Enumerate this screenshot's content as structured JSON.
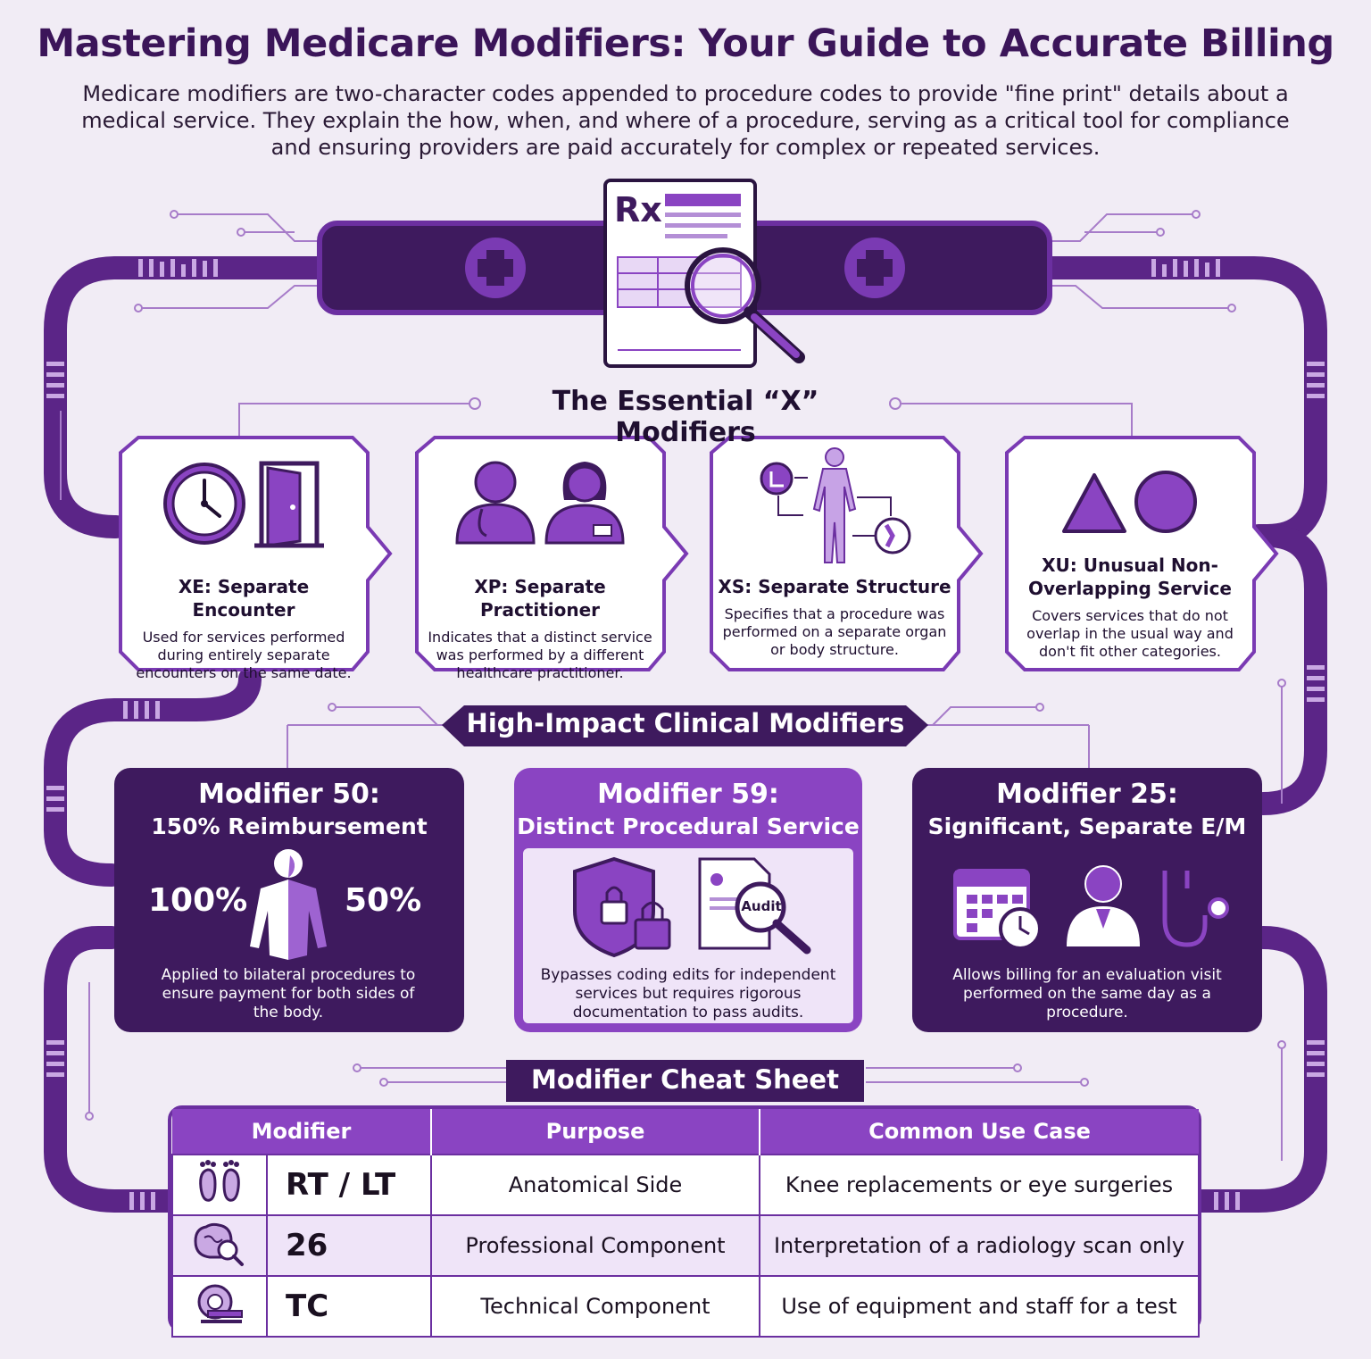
{
  "header": {
    "title": "Mastering Medicare Modifiers: Your Guide to Accurate Billing",
    "intro": "Medicare modifiers are two-character codes appended to procedure codes to provide \"fine print\" details about a medical service. They explain the how, when, and where of a procedure, serving as a critical tool for compliance and ensuring providers are paid accurately for complex or repeated services."
  },
  "prescription": {
    "rx_label": "Rx"
  },
  "x_modifiers": {
    "title": "The Essential “X” Modifiers",
    "cards": [
      {
        "title": "XE: Separate Encounter",
        "desc": "Used for services performed during entirely separate encounters on the same date.",
        "icons": [
          "clock-icon",
          "door-icon"
        ]
      },
      {
        "title": "XP: Separate Practitioner",
        "desc": "Indicates that a distinct service was performed by a different healthcare practitioner.",
        "icons": [
          "male-doctor-icon",
          "female-doctor-icon"
        ]
      },
      {
        "title": "XS: Separate Structure",
        "desc": "Specifies that a procedure was performed on a separate organ or body structure.",
        "icons": [
          "body-structure-icon"
        ]
      },
      {
        "title": "XU: Unusual Non-Overlapping Service",
        "desc": "Covers services that do not overlap in the usual way and don't fit other categories.",
        "icons": [
          "triangle-icon",
          "circle-icon"
        ]
      }
    ]
  },
  "clinical": {
    "title": "High-Impact Clinical Modifiers",
    "cards": [
      {
        "title": "Modifier 50:",
        "subtitle": "150% Reimbursement",
        "left_pct": "100%",
        "right_pct": "50%",
        "desc": "Applied to bilateral procedures to ensure payment for both sides of the body."
      },
      {
        "title": "Modifier 59:",
        "subtitle": "Distinct Procedural Service",
        "audit_label": "Audit",
        "desc": "Bypasses coding edits for independent services but requires rigorous documentation to pass audits."
      },
      {
        "title": "Modifier 25:",
        "subtitle": "Significant, Separate E/M",
        "desc": "Allows billing for an evaluation visit performed on the same day as a procedure."
      }
    ]
  },
  "cheat_sheet": {
    "title": "Modifier Cheat Sheet",
    "headers": [
      "Modifier",
      "Purpose",
      "Common Use Case"
    ],
    "rows": [
      {
        "icon": "feet-icon",
        "code": "RT / LT",
        "purpose": "Anatomical Side",
        "use_case": "Knee replacements or eye surgeries"
      },
      {
        "icon": "brain-scan-icon",
        "code": "26",
        "purpose": "Professional Component",
        "use_case": "Interpretation of a radiology scan only"
      },
      {
        "icon": "mri-machine-icon",
        "code": "TC",
        "purpose": "Technical Component",
        "use_case": "Use of equipment and staff for a test"
      }
    ]
  },
  "colors": {
    "background": "#f1ecf5",
    "dark_purple": "#3e1a5e",
    "medium_purple": "#8a44c2",
    "light_purple": "#efe4f8",
    "title_purple": "#3b1559"
  }
}
